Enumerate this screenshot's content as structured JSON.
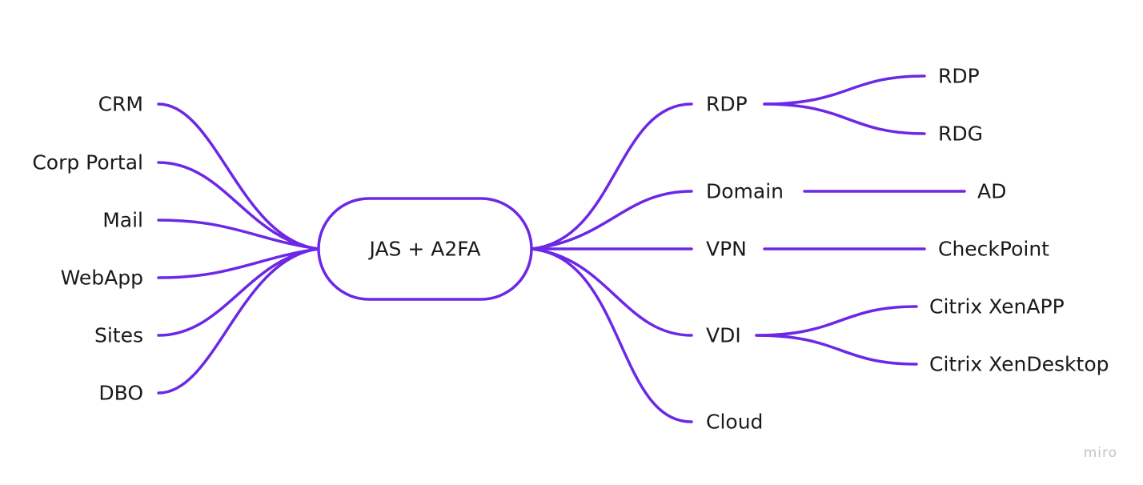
{
  "center": {
    "label": "JAS + A2FA"
  },
  "left_nodes": [
    {
      "label": "CRM"
    },
    {
      "label": "Corp Portal"
    },
    {
      "label": "Mail"
    },
    {
      "label": "WebApp"
    },
    {
      "label": "Sites"
    },
    {
      "label": "DBO"
    }
  ],
  "right_nodes": [
    {
      "label": "RDP",
      "children": [
        {
          "label": "RDP"
        },
        {
          "label": "RDG"
        }
      ]
    },
    {
      "label": "Domain",
      "children": [
        {
          "label": "AD"
        }
      ]
    },
    {
      "label": "VPN",
      "children": [
        {
          "label": "CheckPoint"
        }
      ]
    },
    {
      "label": "VDI",
      "children": [
        {
          "label": "Citrix XenAPP"
        },
        {
          "label": "Citrix XenDesktop"
        }
      ]
    },
    {
      "label": "Cloud",
      "children": []
    }
  ],
  "colors": {
    "edge": "#6d28e6",
    "text": "#1a1a1a",
    "watermark": "#c4c4c8"
  },
  "watermark": "miro"
}
